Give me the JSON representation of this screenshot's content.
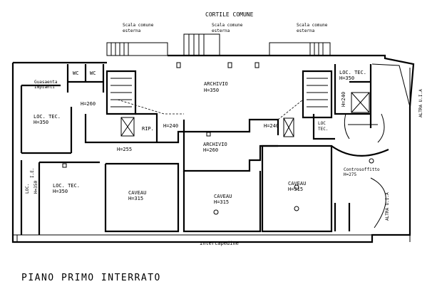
{
  "drawing": {
    "title": "PIANO PRIMO INTERRATO",
    "courtyard": "CORTILE COMUNE",
    "stairs": [
      {
        "line1": "Scala comune",
        "line2": "esterna"
      },
      {
        "line1": "Scala comune",
        "line2": "esterna"
      },
      {
        "line1": "Scala comune",
        "line2": "esterna"
      }
    ],
    "rooms": {
      "wc1": "WC",
      "wc2": "WC",
      "supply": {
        "line1": "Guasaenta",
        "line2": "Impianti"
      },
      "h260a": "H=260",
      "loc_tec_left": {
        "name": "LOC. TEC.",
        "height": "H=350"
      },
      "rip": "RIP.",
      "h240a": "H=240",
      "archivio_top": {
        "name": "ARCHIVIO",
        "height": "H=350"
      },
      "archivio_mid": {
        "name": "ARCHIVIO",
        "height": "H=260"
      },
      "h255": "H=255",
      "h240b": "H=240",
      "loc_tec_right": {
        "name": "LOC. TEC.",
        "height": "H=350"
      },
      "h240_vert": "H=240",
      "loc_tec_small": {
        "line1": "LOC",
        "line2": "TEC."
      },
      "loc_ie": {
        "line1": "LOC.",
        "line2": "I.E.",
        "line3": "H=350"
      },
      "loc_tec_bl": {
        "name": "LOC. TEC.",
        "height": "H=350"
      },
      "caveau1": {
        "name": "CAVEAU",
        "height": "H=315"
      },
      "caveau2": {
        "name": "CAVEAU",
        "height": "H=315"
      },
      "caveau3": {
        "name": "CAVEAU",
        "height": "H=315"
      },
      "controsoffitto": {
        "name": "Controsoffitto",
        "height": "H=275"
      },
      "intercapedine": "Intercapedine",
      "altra_ua_1": "ALTRA U.I.A",
      "altra_ua_2": "ALTRA U.I.A"
    }
  }
}
